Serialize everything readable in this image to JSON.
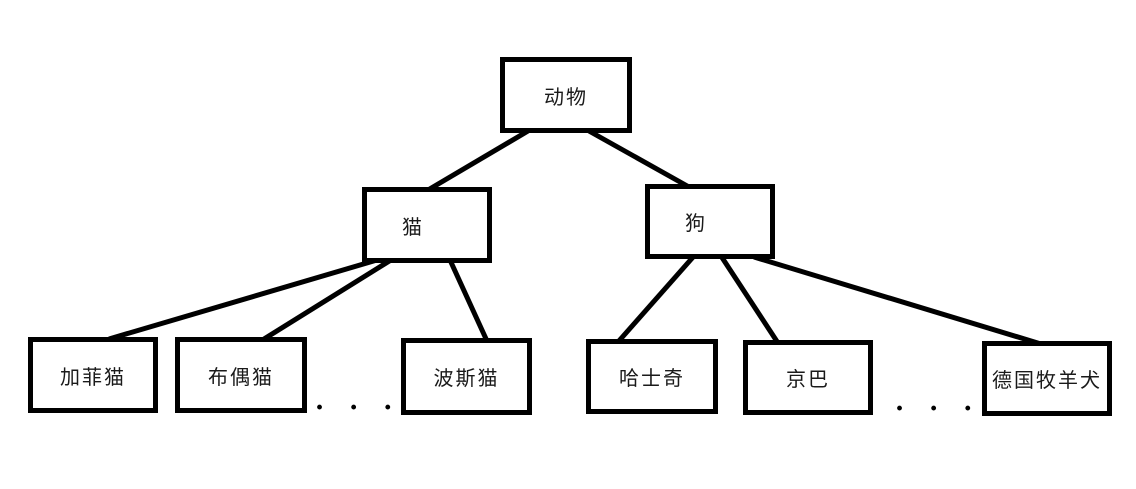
{
  "diagram": {
    "type": "tree",
    "nodes": {
      "animal": {
        "label": "动物"
      },
      "cat": {
        "label": "猫"
      },
      "dog": {
        "label": "狗"
      },
      "garfield": {
        "label": "加菲猫"
      },
      "ragdoll": {
        "label": "布偶猫"
      },
      "persian": {
        "label": "波斯猫"
      },
      "husky": {
        "label": "哈士奇"
      },
      "pekingese": {
        "label": "京巴"
      },
      "german_shepherd": {
        "label": "德国牧羊犬"
      }
    },
    "edges": [
      {
        "from": "animal",
        "to": "cat"
      },
      {
        "from": "animal",
        "to": "dog"
      },
      {
        "from": "cat",
        "to": "garfield"
      },
      {
        "from": "cat",
        "to": "ragdoll"
      },
      {
        "from": "cat",
        "to": "persian"
      },
      {
        "from": "dog",
        "to": "husky"
      },
      {
        "from": "dog",
        "to": "pekingese"
      },
      {
        "from": "dog",
        "to": "german_shepherd"
      }
    ],
    "ellipsis": {
      "cats": ". . .",
      "dogs": ". . ."
    },
    "colors": {
      "background": "#ffffff",
      "line": "#000000",
      "border": "#000000",
      "text": "#1a1a1a"
    }
  }
}
